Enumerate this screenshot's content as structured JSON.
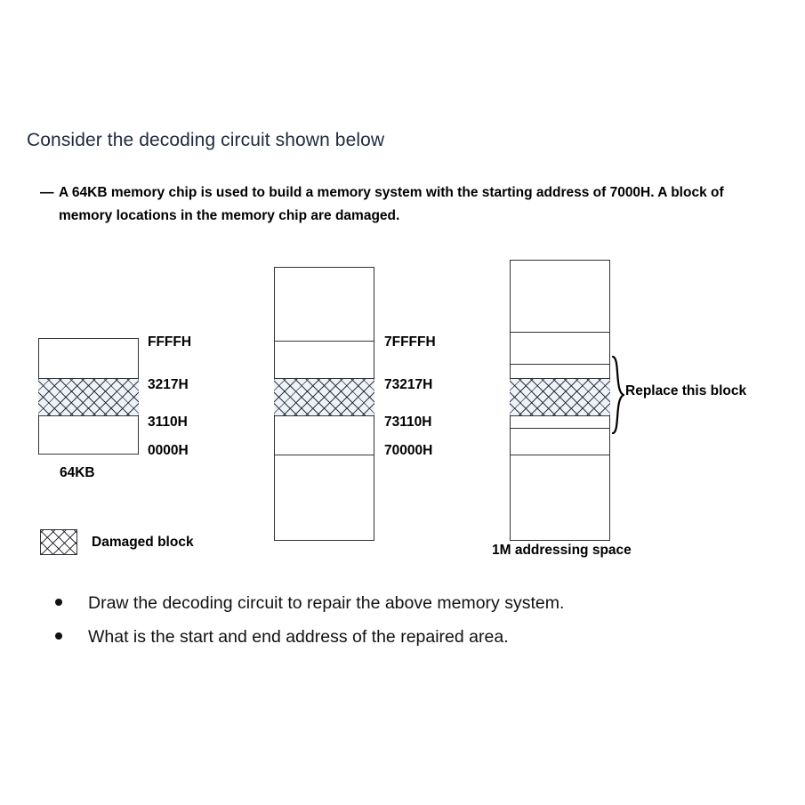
{
  "slide": {
    "heading": "Consider the decoding circuit shown below",
    "dash_mark": "—",
    "description": "A 64KB memory chip is used to build a memory system with the starting address of 7000H. A block of memory locations in the memory chip are damaged."
  },
  "diagrams": {
    "chip": {
      "caption": "64KB",
      "labels": {
        "top": "FFFFH",
        "damaged_end": "3217H",
        "damaged_start": "3110H",
        "bottom": "0000H"
      }
    },
    "system": {
      "labels": {
        "top": "7FFFFH",
        "damaged_end": "73217H",
        "damaged_start": "73110H",
        "bottom": "70000H"
      }
    },
    "space": {
      "caption": "1M addressing space",
      "annotation": "Replace this block"
    }
  },
  "legend": {
    "damaged_label": "Damaged block"
  },
  "tasks": [
    "Draw the decoding circuit to repair the above memory system.",
    "What is the start and end address of the repaired area."
  ],
  "colors": {
    "heading": "#1f2a3d",
    "stroke": "#333333",
    "hatch_fill": "#eef3f9",
    "text": "#000000"
  }
}
